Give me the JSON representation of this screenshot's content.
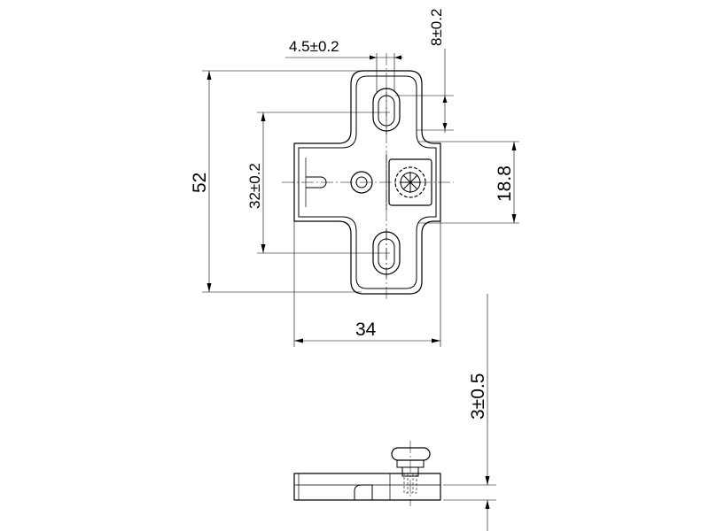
{
  "dimensions": {
    "hole_offset": "4.5±0.2",
    "top_offset": "8±0.2",
    "total_height": "52",
    "hole_spacing": "32±0.2",
    "center_band": "18.8",
    "width": "34",
    "thickness": "3±0.5"
  }
}
